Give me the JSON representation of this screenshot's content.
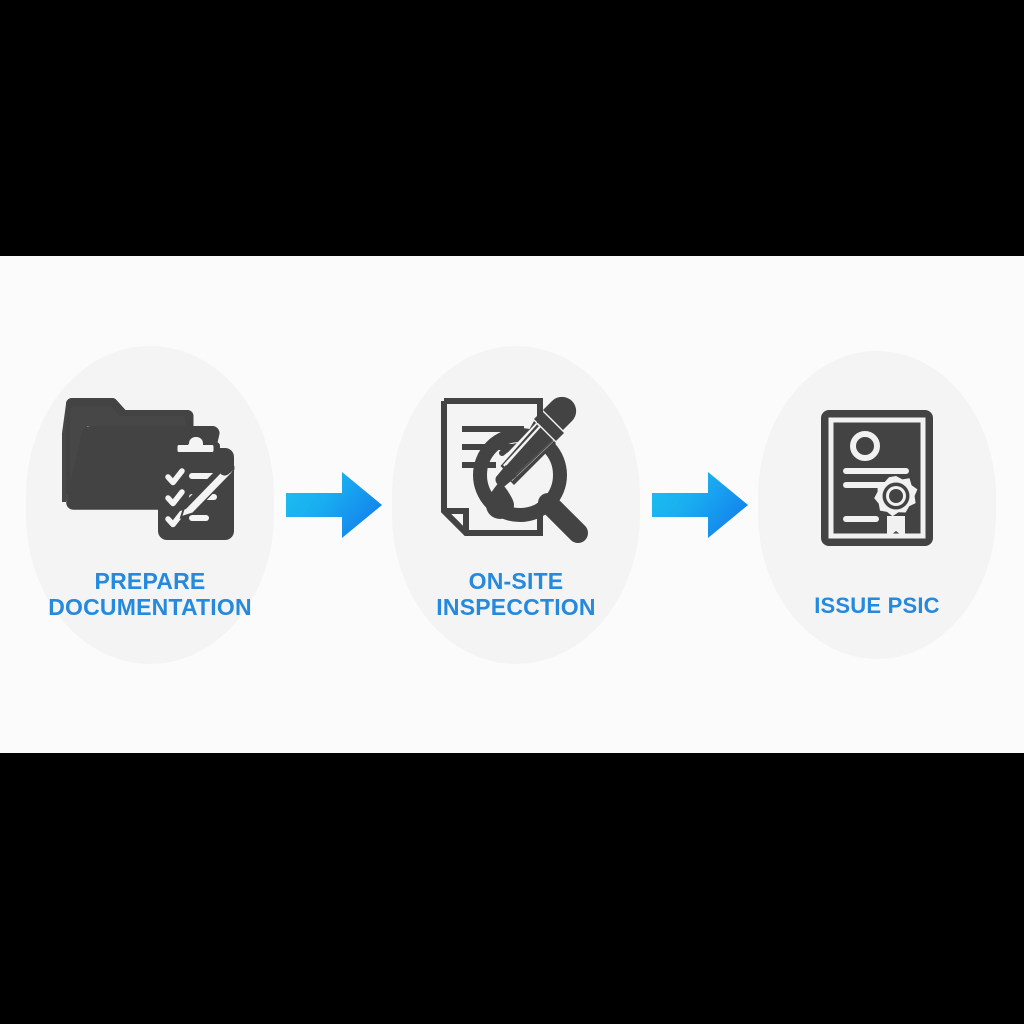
{
  "diagram": {
    "type": "process-flow",
    "orientation": "horizontal",
    "background_color": "#fbfbfb",
    "letterbox_color": "#000000",
    "accent_color": "#2589dd",
    "arrow_gradient_start": "#1cb8f0",
    "arrow_gradient_end": "#1488ee",
    "icon_color": "#3d3d3d",
    "blob_color": "#f4f4f4",
    "steps": [
      {
        "index": 1,
        "label": "PREPARE DOCUMENTATION",
        "label_line_1": "PREPARE",
        "label_line_2": "DOCUMENTATION",
        "icon": "folder-clipboard-pencil-icon"
      },
      {
        "index": 2,
        "label": "ON-SITE INSPECCTION",
        "label_line_1": "ON-SITE",
        "label_line_2": "INSPECCTION",
        "icon": "document-magnifier-dropper-icon"
      },
      {
        "index": 3,
        "label": "ISSUE PSIC",
        "label_line_1": "ISSUE PSIC",
        "label_line_2": "",
        "icon": "certificate-seal-icon"
      }
    ],
    "connectors": [
      {
        "index": 1,
        "from": 1,
        "to": 2,
        "icon": "arrow-right-icon"
      },
      {
        "index": 2,
        "from": 2,
        "to": 3,
        "icon": "arrow-right-icon"
      }
    ]
  }
}
